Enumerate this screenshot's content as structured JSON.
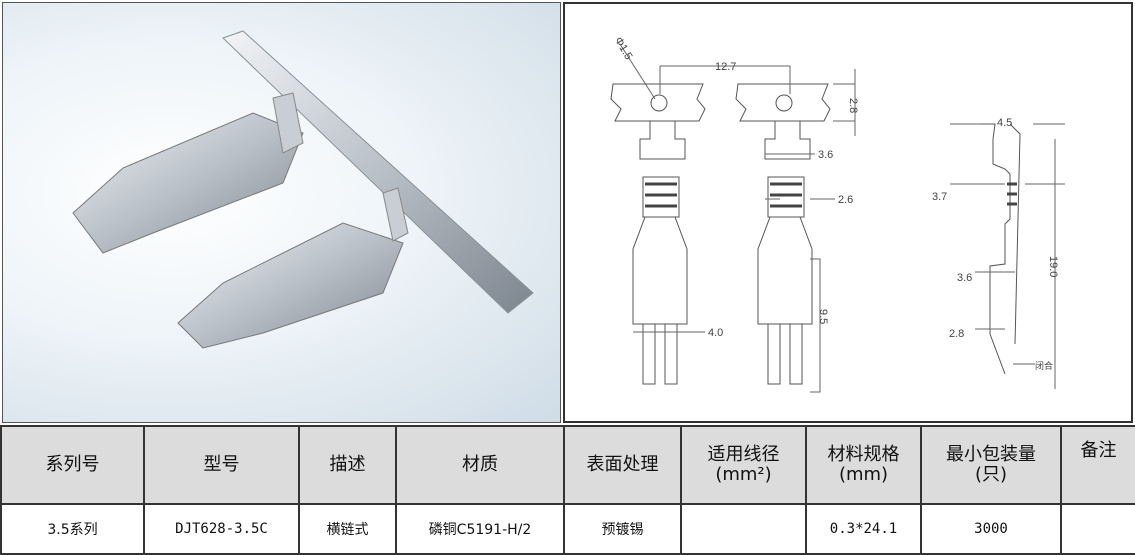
{
  "drawing": {
    "dims": {
      "hole": "Φ1.5",
      "pitch": "12.7",
      "strip_h": "2.8",
      "w1": "3.6",
      "w2": "2.6",
      "w3": "4.0",
      "len1": "9.5",
      "side_w": "4.5",
      "side_a": "3.7",
      "side_b": "3.6",
      "side_c": "2.8",
      "side_len": "19.0",
      "closed": "闭合"
    }
  },
  "table": {
    "headers": [
      "系列号",
      "型号",
      "描述",
      "材质",
      "表面处理",
      "适用线径",
      "材料规格",
      "最小包装量",
      "备注"
    ],
    "header_units": {
      "wire": "(mm²)",
      "spec": "(mm)",
      "pack": "(只)"
    },
    "rows": [
      [
        "3.5系列",
        "DJT628-3.5C",
        "横链式",
        "磷铜C5191-H/2",
        "预镀锡",
        "",
        "0.3*24.1",
        "3000",
        ""
      ]
    ]
  }
}
